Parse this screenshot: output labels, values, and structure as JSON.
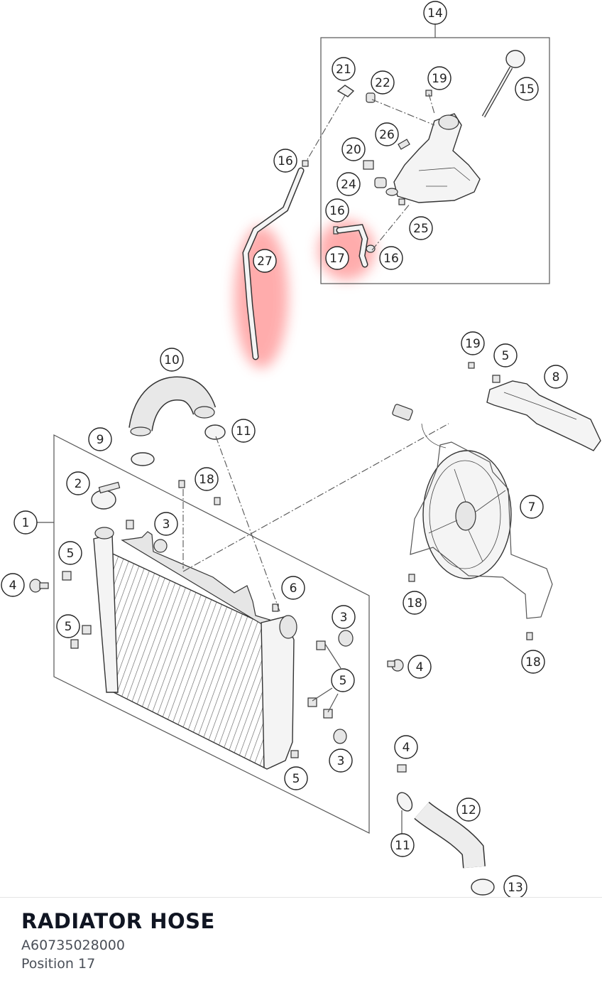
{
  "highlight_color": "#ff6b6b",
  "diagram": {
    "callouts": [
      {
        "id": "c14",
        "label": "14"
      },
      {
        "id": "c21",
        "label": "21"
      },
      {
        "id": "c22",
        "label": "22"
      },
      {
        "id": "c19a",
        "label": "19"
      },
      {
        "id": "c15",
        "label": "15"
      },
      {
        "id": "c26",
        "label": "26"
      },
      {
        "id": "c20",
        "label": "20"
      },
      {
        "id": "c16a",
        "label": "16"
      },
      {
        "id": "c24",
        "label": "24"
      },
      {
        "id": "c16b",
        "label": "16"
      },
      {
        "id": "c25",
        "label": "25"
      },
      {
        "id": "c17",
        "label": "17"
      },
      {
        "id": "c16c",
        "label": "16"
      },
      {
        "id": "c27",
        "label": "27"
      },
      {
        "id": "c19b",
        "label": "19"
      },
      {
        "id": "c5a",
        "label": "5"
      },
      {
        "id": "c8",
        "label": "8"
      },
      {
        "id": "c10",
        "label": "10"
      },
      {
        "id": "c11a",
        "label": "11"
      },
      {
        "id": "c9",
        "label": "9"
      },
      {
        "id": "c2",
        "label": "2"
      },
      {
        "id": "c18a",
        "label": "18"
      },
      {
        "id": "c7",
        "label": "7"
      },
      {
        "id": "c1",
        "label": "1"
      },
      {
        "id": "c3a",
        "label": "3"
      },
      {
        "id": "c5b",
        "label": "5"
      },
      {
        "id": "c4a",
        "label": "4"
      },
      {
        "id": "c6",
        "label": "6"
      },
      {
        "id": "c18b",
        "label": "18"
      },
      {
        "id": "c5c",
        "label": "5"
      },
      {
        "id": "c3b",
        "label": "3"
      },
      {
        "id": "c18c",
        "label": "18"
      },
      {
        "id": "c4b",
        "label": "4"
      },
      {
        "id": "c5d",
        "label": "5"
      },
      {
        "id": "c3c",
        "label": "3"
      },
      {
        "id": "c4c",
        "label": "4"
      },
      {
        "id": "c5e",
        "label": "5"
      },
      {
        "id": "c12",
        "label": "12"
      },
      {
        "id": "c11b",
        "label": "11"
      },
      {
        "id": "c13",
        "label": "13"
      }
    ]
  },
  "info": {
    "title": "RADIATOR HOSE",
    "part_number": "A60735028000",
    "position": "Position 17"
  }
}
